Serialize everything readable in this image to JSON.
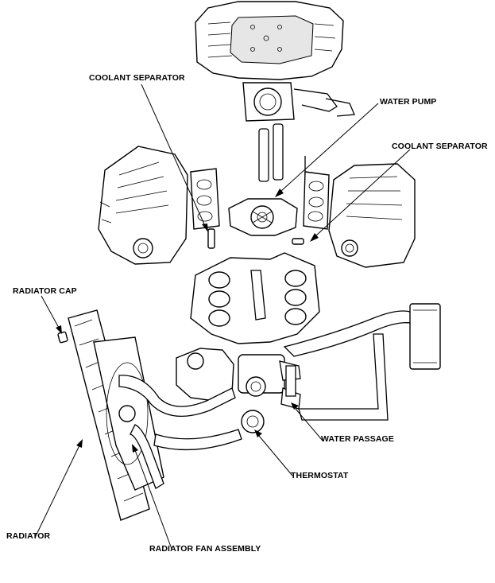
{
  "labels": {
    "coolant_separator_left": "COOLANT SEPARATOR",
    "water_pump": "WATER PUMP",
    "coolant_separator_right": "COOLANT SEPARATOR",
    "radiator_cap": "RADIATOR CAP",
    "water_passage": "WATER PASSAGE",
    "thermostat": "THERMOSTAT",
    "radiator": "RADIATOR",
    "radiator_fan_assembly": "RADIATOR FAN ASSEMBLY"
  }
}
